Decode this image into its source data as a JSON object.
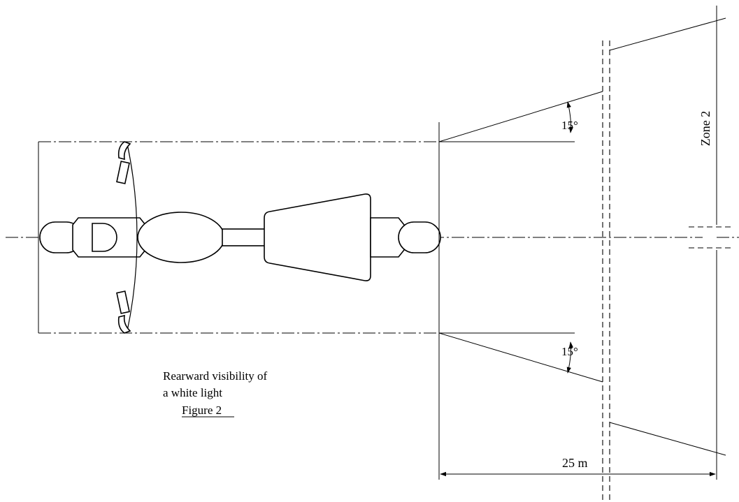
{
  "labels": {
    "angle_upper": "15°",
    "angle_lower": "15°",
    "zone": "Zone 2",
    "distance": "25 m",
    "caption_line1": "Rearward visibility of",
    "caption_line2": "a white light",
    "figure": "Figure 2"
  }
}
